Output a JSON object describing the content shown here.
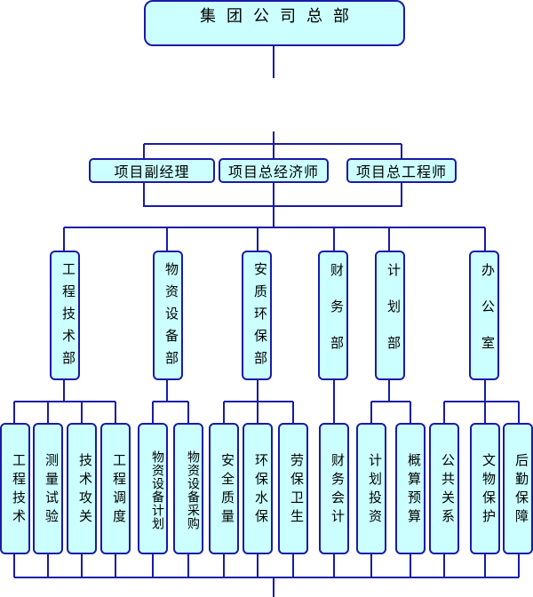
{
  "top": {
    "label": "集团公司总部"
  },
  "managers": [
    "项目副经理",
    "项目总经济师",
    "项目总工程师"
  ],
  "departments": [
    "工程技术部",
    "物资设备部",
    "安质环保部",
    "财务部",
    "计划部",
    "办公室"
  ],
  "sub_units": [
    "工程技术",
    "测量试验",
    "技术攻关",
    "工程调度",
    "物资设备计划",
    "物资设备采购",
    "安全质量",
    "环保水保",
    "劳保卫生",
    "财务会计",
    "计划投资",
    "概算预算",
    "公共关系",
    "文物保护",
    "后勤保障"
  ],
  "colors": {
    "line": "#1a1aa8",
    "fill": "#ccffff"
  }
}
